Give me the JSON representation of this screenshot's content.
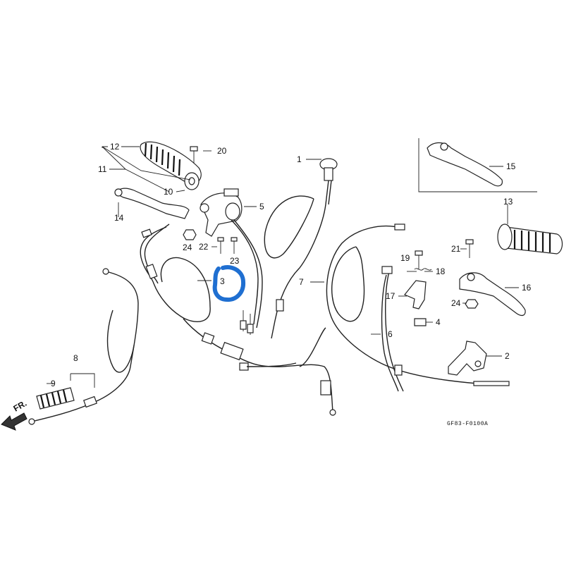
{
  "diagram": {
    "code": "GF83-F0100A",
    "direction_label": "FR.",
    "highlight_color": "#1f6fd1",
    "callouts": [
      "1",
      "2",
      "3",
      "4",
      "5",
      "6",
      "7",
      "8",
      "9",
      "10",
      "11",
      "12",
      "13",
      "14",
      "15",
      "16",
      "17",
      "18",
      "19",
      "20",
      "21",
      "22",
      "23",
      "24",
      "24"
    ]
  }
}
